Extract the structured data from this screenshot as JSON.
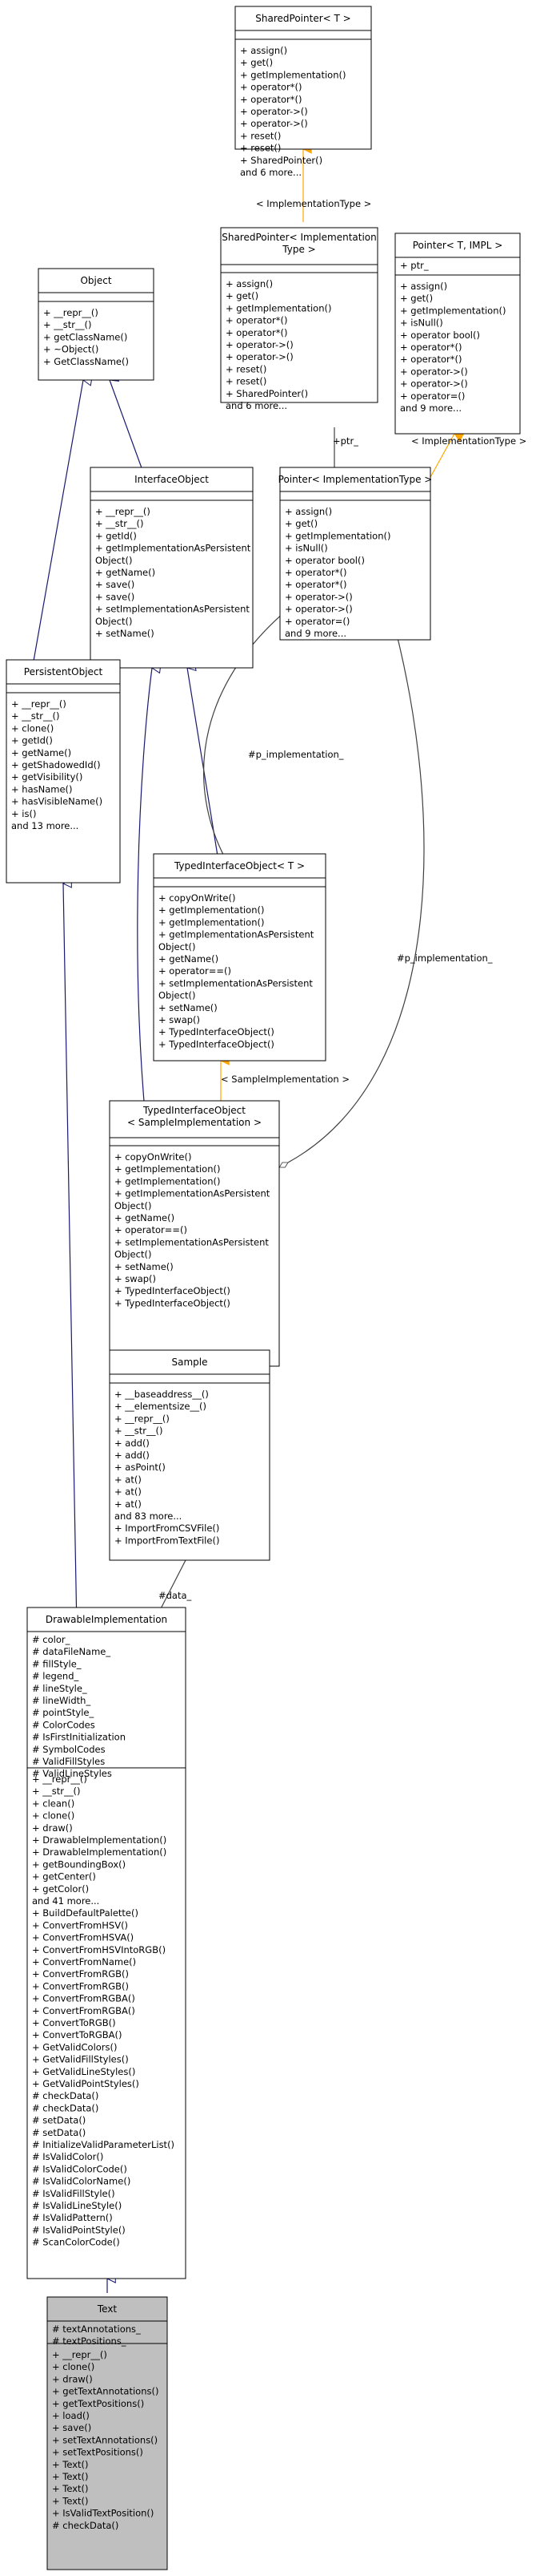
{
  "diagram": {
    "classes": [
      {
        "id": "shared-pointer-t",
        "title": [
          "SharedPointer< T >"
        ],
        "attributes": [],
        "operations": [
          "+ assign()",
          "+ get()",
          "+ getImplementation()",
          "+ operator*()",
          "+ operator*()",
          "+ operator->()",
          "+ operator->()",
          "+ reset()",
          "+ reset()",
          "+ SharedPointer()",
          "and 6 more..."
        ]
      },
      {
        "id": "shared-pointer-impl",
        "title": [
          "SharedPointer< Implementation",
          "Type >"
        ],
        "attributes": [],
        "operations": [
          "+ assign()",
          "+ get()",
          "+ getImplementation()",
          "+ operator*()",
          "+ operator*()",
          "+ operator->()",
          "+ operator->()",
          "+ reset()",
          "+ reset()",
          "+ SharedPointer()",
          "and 6 more..."
        ]
      },
      {
        "id": "pointer-t-impl",
        "title": [
          "Pointer< T, IMPL >"
        ],
        "attributes": [
          "+ ptr_"
        ],
        "operations": [
          "+ assign()",
          "+ get()",
          "+ getImplementation()",
          "+ isNull()",
          "+ operator bool()",
          "+ operator*()",
          "+ operator*()",
          "+ operator->()",
          "+ operator->()",
          "+ operator=()",
          "and 9 more..."
        ]
      },
      {
        "id": "object",
        "title": [
          "Object"
        ],
        "attributes": [],
        "operations": [
          "+ __repr__()",
          "+ __str__()",
          "+ getClassName()",
          "+ ~Object()",
          "+ GetClassName()"
        ]
      },
      {
        "id": "interface-object",
        "title": [
          "InterfaceObject"
        ],
        "attributes": [],
        "operations": [
          "+ __repr__()",
          "+ __str__()",
          "+ getId()",
          "+ getImplementationAsPersistent",
          "  Object()",
          "+ getName()",
          "+ save()",
          "+ save()",
          "+ setImplementationAsPersistent",
          "  Object()",
          "+ setName()"
        ]
      },
      {
        "id": "pointer-impl-type",
        "title": [
          "Pointer< ImplementationType >"
        ],
        "attributes": [],
        "operations": [
          "+ assign()",
          "+ get()",
          "+ getImplementation()",
          "+ isNull()",
          "+ operator bool()",
          "+ operator*()",
          "+ operator*()",
          "+ operator->()",
          "+ operator->()",
          "+ operator=()",
          "and 9 more..."
        ]
      },
      {
        "id": "persistent-object",
        "title": [
          "PersistentObject"
        ],
        "attributes": [],
        "operations": [
          "+ __repr__()",
          "+ __str__()",
          "+ clone()",
          "+ getId()",
          "+ getName()",
          "+ getShadowedId()",
          "+ getVisibility()",
          "+ hasName()",
          "+ hasVisibleName()",
          "+ is()",
          "and 13 more..."
        ]
      },
      {
        "id": "typed-interface-object-t",
        "title": [
          "TypedInterfaceObject< T >"
        ],
        "attributes": [],
        "operations": [
          "+ copyOnWrite()",
          "+ getImplementation()",
          "+ getImplementation()",
          "+ getImplementationAsPersistent",
          "  Object()",
          "+ getName()",
          "+ operator==()",
          "+ setImplementationAsPersistent",
          "  Object()",
          "+ setName()",
          "+ swap()",
          "+ TypedInterfaceObject()",
          "+ TypedInterfaceObject()"
        ]
      },
      {
        "id": "typed-interface-object-sample",
        "title": [
          "TypedInterfaceObject",
          "< SampleImplementation >"
        ],
        "attributes": [],
        "operations": [
          "+ copyOnWrite()",
          "+ getImplementation()",
          "+ getImplementation()",
          "+ getImplementationAsPersistent",
          "  Object()",
          "+ getName()",
          "+ operator==()",
          "+ setImplementationAsPersistent",
          "  Object()",
          "+ setName()",
          "+ swap()",
          "+ TypedInterfaceObject()",
          "+ TypedInterfaceObject()"
        ]
      },
      {
        "id": "sample",
        "title": [
          "Sample"
        ],
        "attributes": [],
        "operations": [
          "+ __baseaddress__()",
          "+ __elementsize__()",
          "+ __repr__()",
          "+ __str__()",
          "+ add()",
          "+ add()",
          "+ asPoint()",
          "+ at()",
          "+ at()",
          "+ at()",
          "and 83 more...",
          "+ ImportFromCSVFile()",
          "+ ImportFromTextFile()"
        ]
      },
      {
        "id": "drawable-implementation",
        "title": [
          "DrawableImplementation"
        ],
        "attributes": [
          "# color_",
          "# dataFileName_",
          "# fillStyle_",
          "# legend_",
          "# lineStyle_",
          "# lineWidth_",
          "# pointStyle_",
          "# ColorCodes",
          "# IsFirstInitialization",
          "# SymbolCodes",
          "# ValidFillStyles",
          "# ValidLineStyles"
        ],
        "operations": [
          "+ __repr__()",
          "+ __str__()",
          "+ clean()",
          "+ clone()",
          "+ draw()",
          "+ DrawableImplementation()",
          "+ DrawableImplementation()",
          "+ getBoundingBox()",
          "+ getCenter()",
          "+ getColor()",
          "and 41 more...",
          "+ BuildDefaultPalette()",
          "+ ConvertFromHSV()",
          "+ ConvertFromHSVA()",
          "+ ConvertFromHSVIntoRGB()",
          "+ ConvertFromName()",
          "+ ConvertFromRGB()",
          "+ ConvertFromRGB()",
          "+ ConvertFromRGBA()",
          "+ ConvertFromRGBA()",
          "+ ConvertToRGB()",
          "+ ConvertToRGBA()",
          "+ GetValidColors()",
          "+ GetValidFillStyles()",
          "+ GetValidLineStyles()",
          "+ GetValidPointStyles()",
          "# checkData()",
          "# checkData()",
          "# setData()",
          "# setData()",
          "# InitializeValidParameterList()",
          "# IsValidColor()",
          "# IsValidColorCode()",
          "# IsValidColorName()",
          "# IsValidFillStyle()",
          "# IsValidLineStyle()",
          "# IsValidPattern()",
          "# IsValidPointStyle()",
          "# ScanColorCode()"
        ]
      },
      {
        "id": "text",
        "title": [
          "Text"
        ],
        "highlight": true,
        "attributes": [
          "# textAnnotations_",
          "# textPositions_"
        ],
        "operations": [
          "+ __repr__()",
          "+ clone()",
          "+ draw()",
          "+ getTextAnnotations()",
          "+ getTextPositions()",
          "+ load()",
          "+ save()",
          "+ setTextAnnotations()",
          "+ setTextPositions()",
          "+ Text()",
          "+ Text()",
          "+ Text()",
          "+ Text()",
          "+ IsValidTextPosition()",
          "# checkData()"
        ]
      }
    ],
    "edge_labels": {
      "implementation_type": "< ImplementationType >",
      "ptr": "+ptr_",
      "impl_type_2": "< ImplementationType >",
      "p_impl_1": "#p_implementation_",
      "p_impl_2": "#p_implementation_",
      "sample_impl": "< SampleImplementation >",
      "data": "#data_"
    },
    "colors": {
      "inheritance": "#191970",
      "template": "#ffa500",
      "composition": "#404040",
      "highlight_fill": "#bfbfbf"
    }
  }
}
